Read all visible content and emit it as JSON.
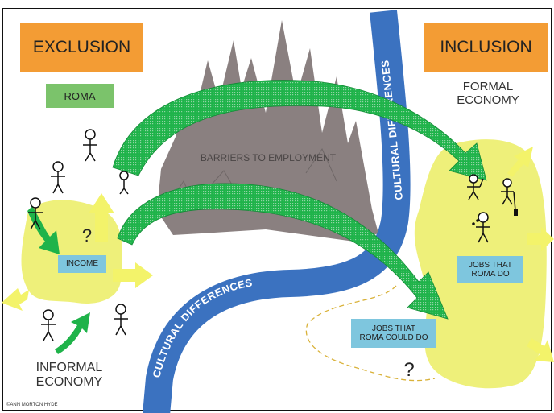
{
  "labels": {
    "exclusion": "EXCLUSION",
    "inclusion": "INCLUSION",
    "roma": "ROMA",
    "formal_economy_line1": "FORMAL",
    "formal_economy_line2": "ECONOMY",
    "informal_economy_line1": "INFORMAL",
    "informal_economy_line2": "ECONOMY",
    "barriers": "BARRIERS TO EMPLOYMENT",
    "cultural_differences_top": "CULTURAL DIFFERENCES",
    "cultural_differences_bottom": "CULTURAL DIFFERENCES",
    "income": "INCOME",
    "jobs_roma_do_line1": "JOBS THAT",
    "jobs_roma_do_line2": "ROMA DO",
    "jobs_roma_could_do_line1": "JOBS THAT",
    "jobs_roma_could_do_line2": "ROMA COULD DO",
    "question_left": "?",
    "question_bottom": "?",
    "copyright": "©ANN MORTON HYDE"
  },
  "colors": {
    "orange": "#f39c34",
    "roma_green": "#7bc36b",
    "mountain": "#8a8080",
    "river": "#3b72c0",
    "blob": "#eef07a",
    "green_arrow": "#1fb34a",
    "yellow_arrow": "#f3f36a",
    "info_box": "#7ec6de"
  }
}
